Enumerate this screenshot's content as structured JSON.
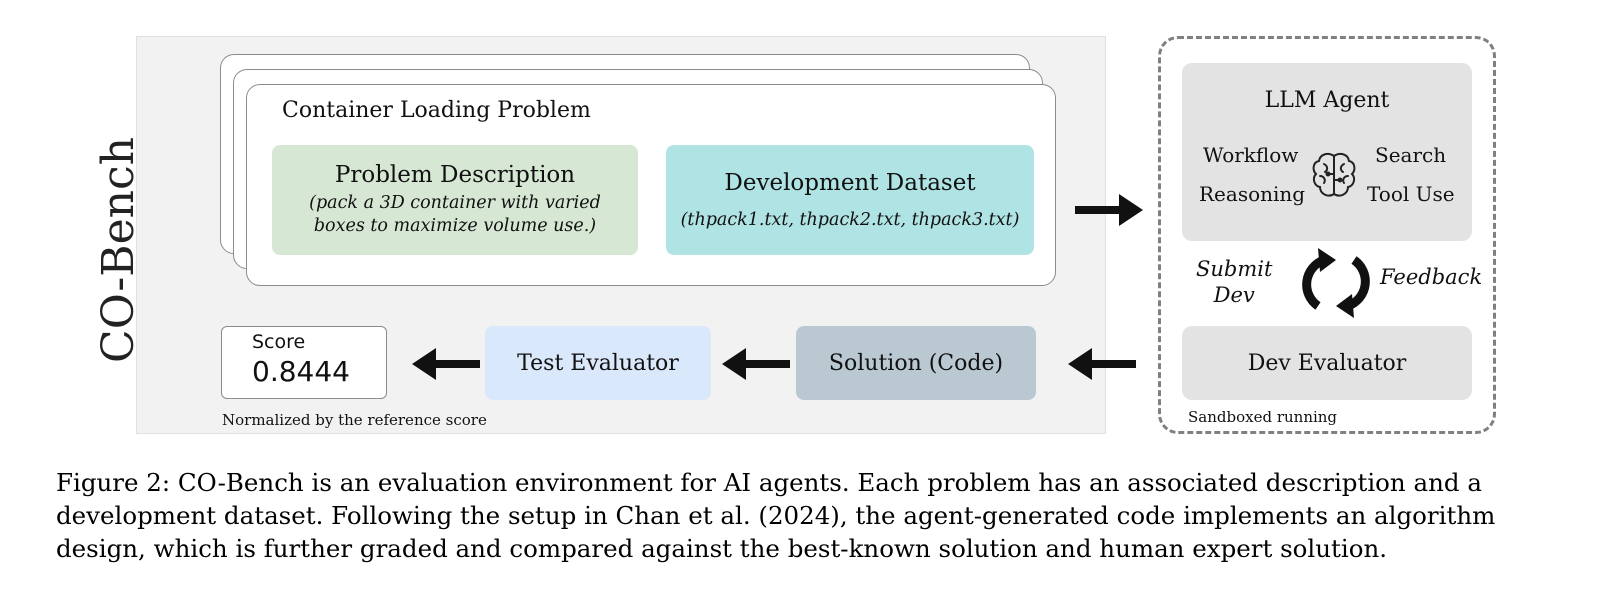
{
  "benchmark": {
    "title": "CO-Bench",
    "problem_title": "Container Loading Problem",
    "description_title": "Problem Description",
    "description_text": "(pack a 3D container with varied boxes to maximize volume use.)",
    "dataset_title": "Development Dataset",
    "dataset_files": "(thpack1.txt, thpack2.txt, thpack3.txt)"
  },
  "bottom_row": {
    "score_label": "Score",
    "score_value": "0.8444",
    "score_note": "Normalized by the reference score",
    "test_evaluator": "Test Evaluator",
    "solution": "Solution (Code)"
  },
  "sandbox": {
    "agent_title": "LLM Agent",
    "workflow": "Workflow",
    "reasoning": "Reasoning",
    "search": "Search",
    "tool_use": "Tool Use",
    "submit_line1": "Submit",
    "submit_line2": "Dev",
    "feedback": "Feedback",
    "dev_evaluator": "Dev Evaluator",
    "note": "Sandboxed running"
  },
  "icons": {
    "brain": "brain-icon",
    "cycle": "refresh-cycle-icon",
    "arrow": "arrow-icon"
  },
  "colors": {
    "description_bg": "#d6e8d4",
    "dataset_bg": "#b0e3e4",
    "test_evaluator_bg": "#dae8fb",
    "solution_bg": "#bac8d2",
    "agent_bg": "#e3e3e3"
  },
  "caption": "Figure 2: CO-Bench is an evaluation environment for AI agents. Each problem has an associated description and a development dataset. Following the setup in Chan et al. (2024), the agent-generated code implements an algorithm design, which is further graded and compared against the best-known solution and human expert solution."
}
